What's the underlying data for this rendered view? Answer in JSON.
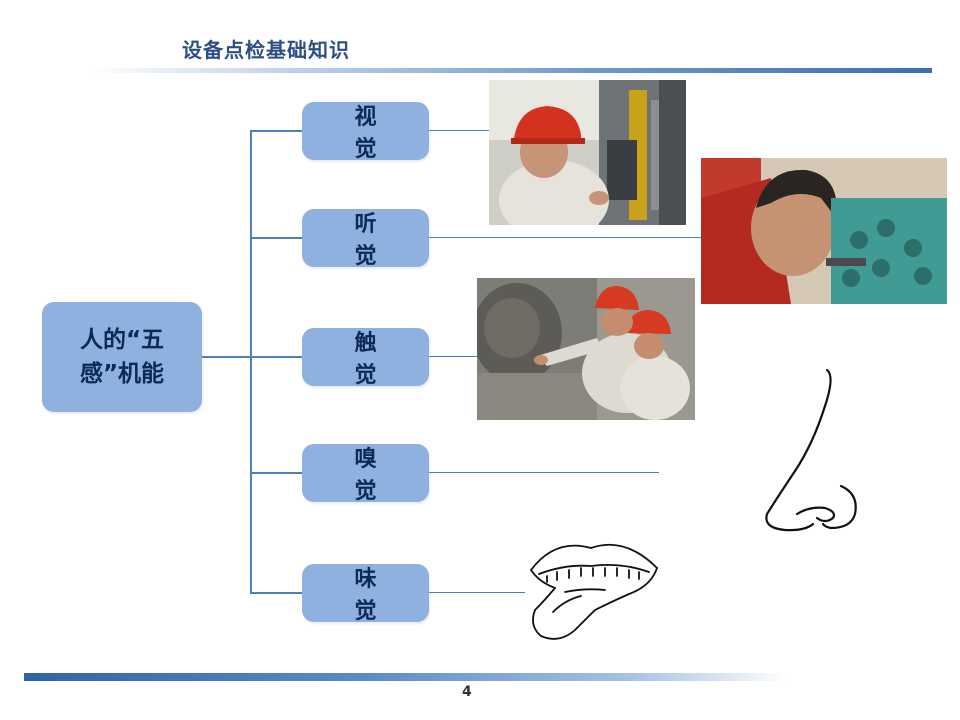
{
  "header": {
    "title": "设备点检基础知识"
  },
  "root": {
    "label": "人的“五感”机能"
  },
  "senses": [
    {
      "label": "视 觉"
    },
    {
      "label": "听 觉"
    },
    {
      "label": "触 觉"
    },
    {
      "label": "嗅 觉"
    },
    {
      "label": "味 觉"
    }
  ],
  "footer": {
    "page_number": "4"
  },
  "colors": {
    "accent": "#3b6fb3",
    "box": "#8fb1e0",
    "text": "#0d2a56"
  },
  "images": [
    {
      "icon": "worker-inspecting-valve-photo"
    },
    {
      "icon": "worker-listening-to-machine-photo"
    },
    {
      "icon": "workers-touching-equipment-photo"
    },
    {
      "icon": "nose-drawing"
    },
    {
      "icon": "mouth-tongue-drawing"
    }
  ]
}
